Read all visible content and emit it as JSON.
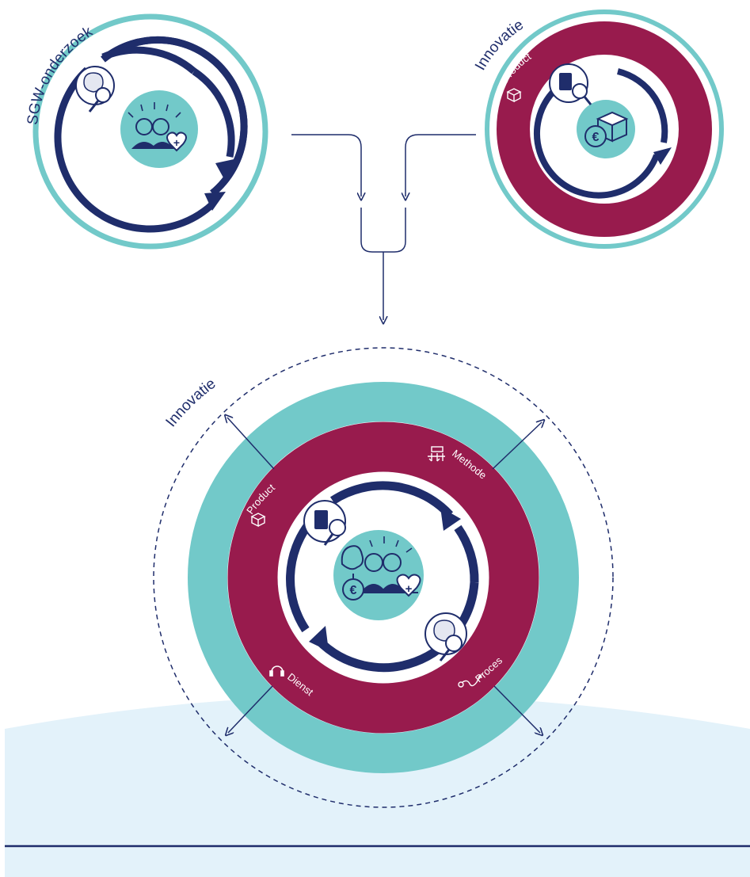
{
  "colors": {
    "navy": "#1f2d6b",
    "teal": "#72c9c9",
    "maroon": "#981b4d",
    "ground": "#e3f2fa",
    "white": "#ffffff"
  },
  "top_left": {
    "title": "SGW-onderzoek",
    "icons": [
      "brain-search-icon",
      "people-heart-sun-icon"
    ]
  },
  "top_right": {
    "title": "Innovatie",
    "ring_label": "Product",
    "icons": [
      "product-box-icon",
      "circuit-search-icon",
      "euro-box-icon"
    ]
  },
  "main": {
    "outer_title": "Innovatie",
    "labels": {
      "product": "Product",
      "methode": "Methode",
      "proces": "Proces",
      "dienst": "Dienst"
    },
    "icons": [
      "circuit-search-icon",
      "brain-search-icon",
      "society-hub-icon",
      "product-box-icon",
      "method-icon",
      "process-icon",
      "headset-icon"
    ]
  }
}
